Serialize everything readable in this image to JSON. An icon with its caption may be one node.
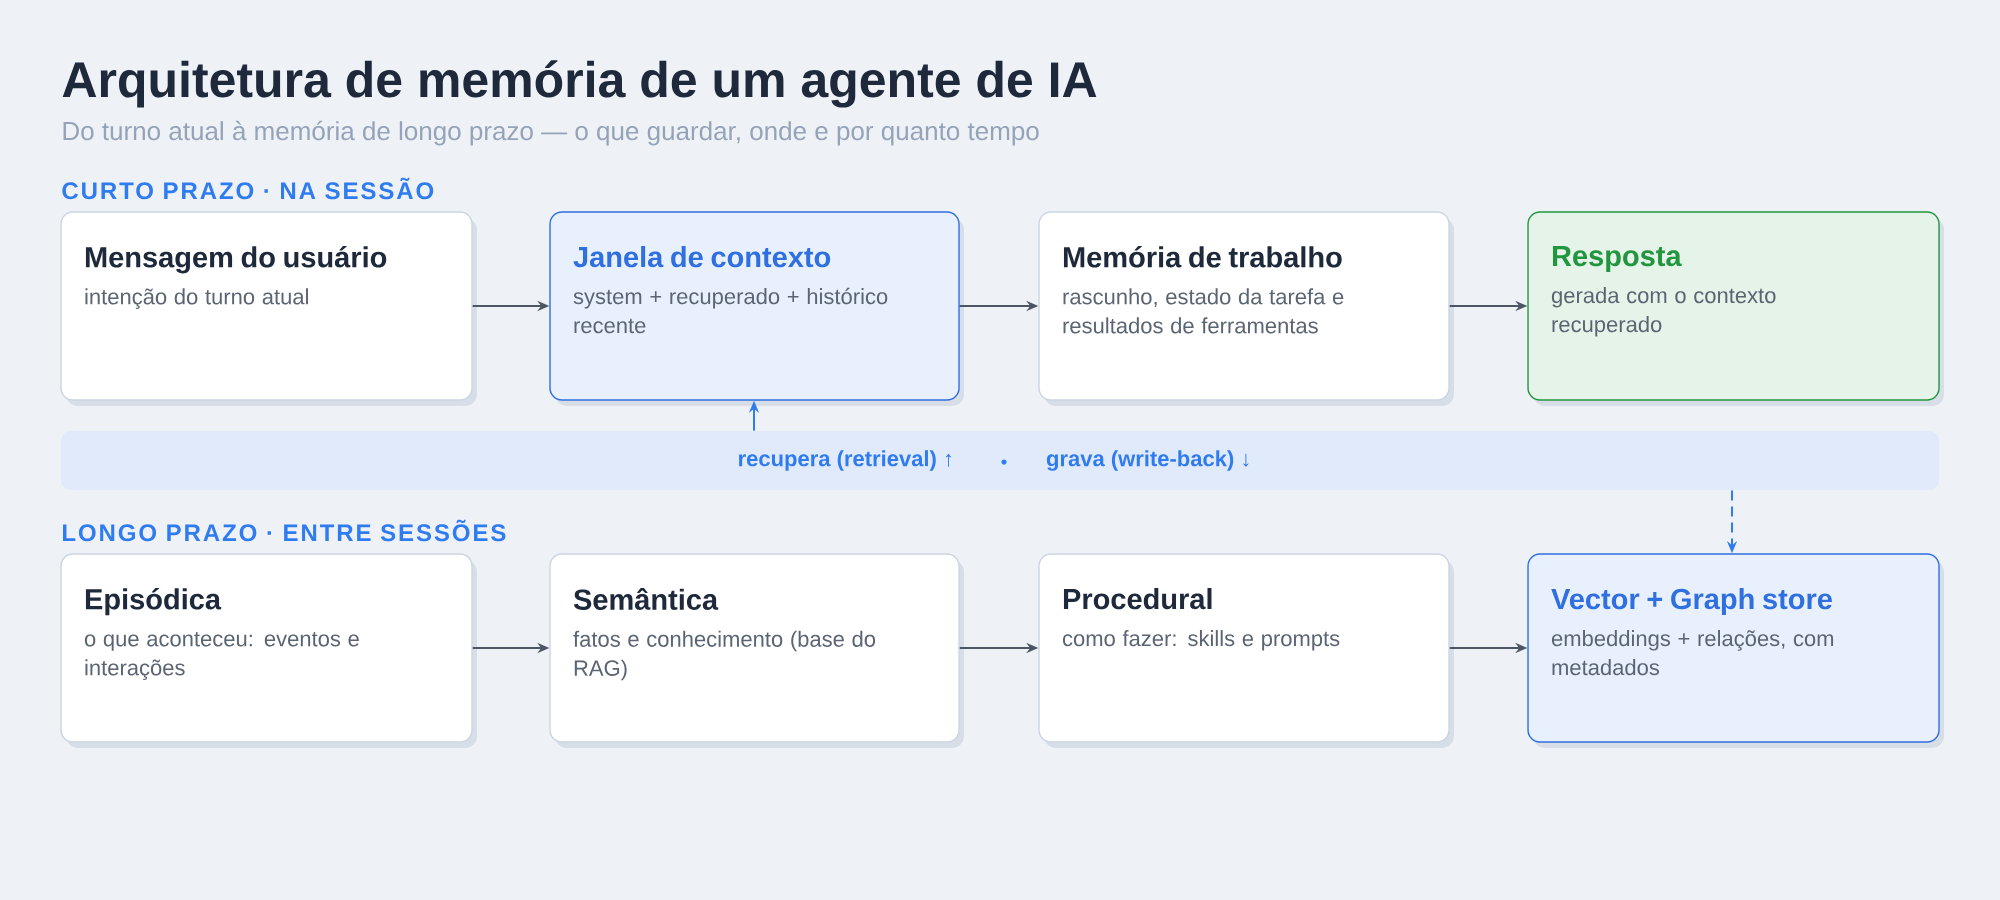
{
  "diagram": {
    "title": "Arquitetura de memória de um agente de IA",
    "nodes": [
      {
        "text": [
          "Mensagem do usuário",
          "intenção do turno atual"
        ]
      },
      {
        "text": [
          "Janela de contexto",
          "system + recuperado + histórico recente"
        ]
      },
      {
        "text": [
          "Memória de trabalho",
          "rascunho, estado da tarefa e resultados de ferramentas"
        ]
      },
      {
        "text": [
          "Resposta",
          "gerada com o contexto recuperado"
        ]
      },
      {
        "text": [
          "recupera (retrieval) ↑",
          "grava (write-back) ↓"
        ]
      },
      {
        "text": [
          "Episódica",
          "o que aconteceu: eventos e interações"
        ]
      },
      {
        "text": [
          "Semântica",
          "fatos e conhecimento (base do RAG)"
        ]
      },
      {
        "text": [
          "Procedural",
          "como fazer: skills e prompts"
        ]
      },
      {
        "text": [
          "Vector + Graph store",
          "embeddings + relações, com metadados"
        ]
      }
    ],
    "edges": [
      {
        "from": 0,
        "to": 1,
        "arrow": "to"
      },
      {
        "from": 1,
        "to": 2,
        "arrow": "to"
      },
      {
        "from": 2,
        "to": 3,
        "arrow": "to"
      },
      {
        "from": 4,
        "to": 1,
        "arrow": "to",
        "color": "#2f7bf0"
      },
      {
        "from": 4,
        "to": 8,
        "arrow": "to",
        "style": "dashed",
        "color": "#2f7bf0"
      },
      {
        "from": 5,
        "to": 6,
        "arrow": "to"
      },
      {
        "from": 6,
        "to": 7,
        "arrow": "to"
      },
      {
        "from": 7,
        "to": 8,
        "arrow": "to"
      }
    ],
    "labels": [
      "Do turno atual à memória de longo prazo — o que guardar, onde e por quanto tempo",
      "CURTO PRAZO · NA SESSÃO",
      "LONGO PRAZO · ENTRE SESSÕES"
    ]
  }
}
